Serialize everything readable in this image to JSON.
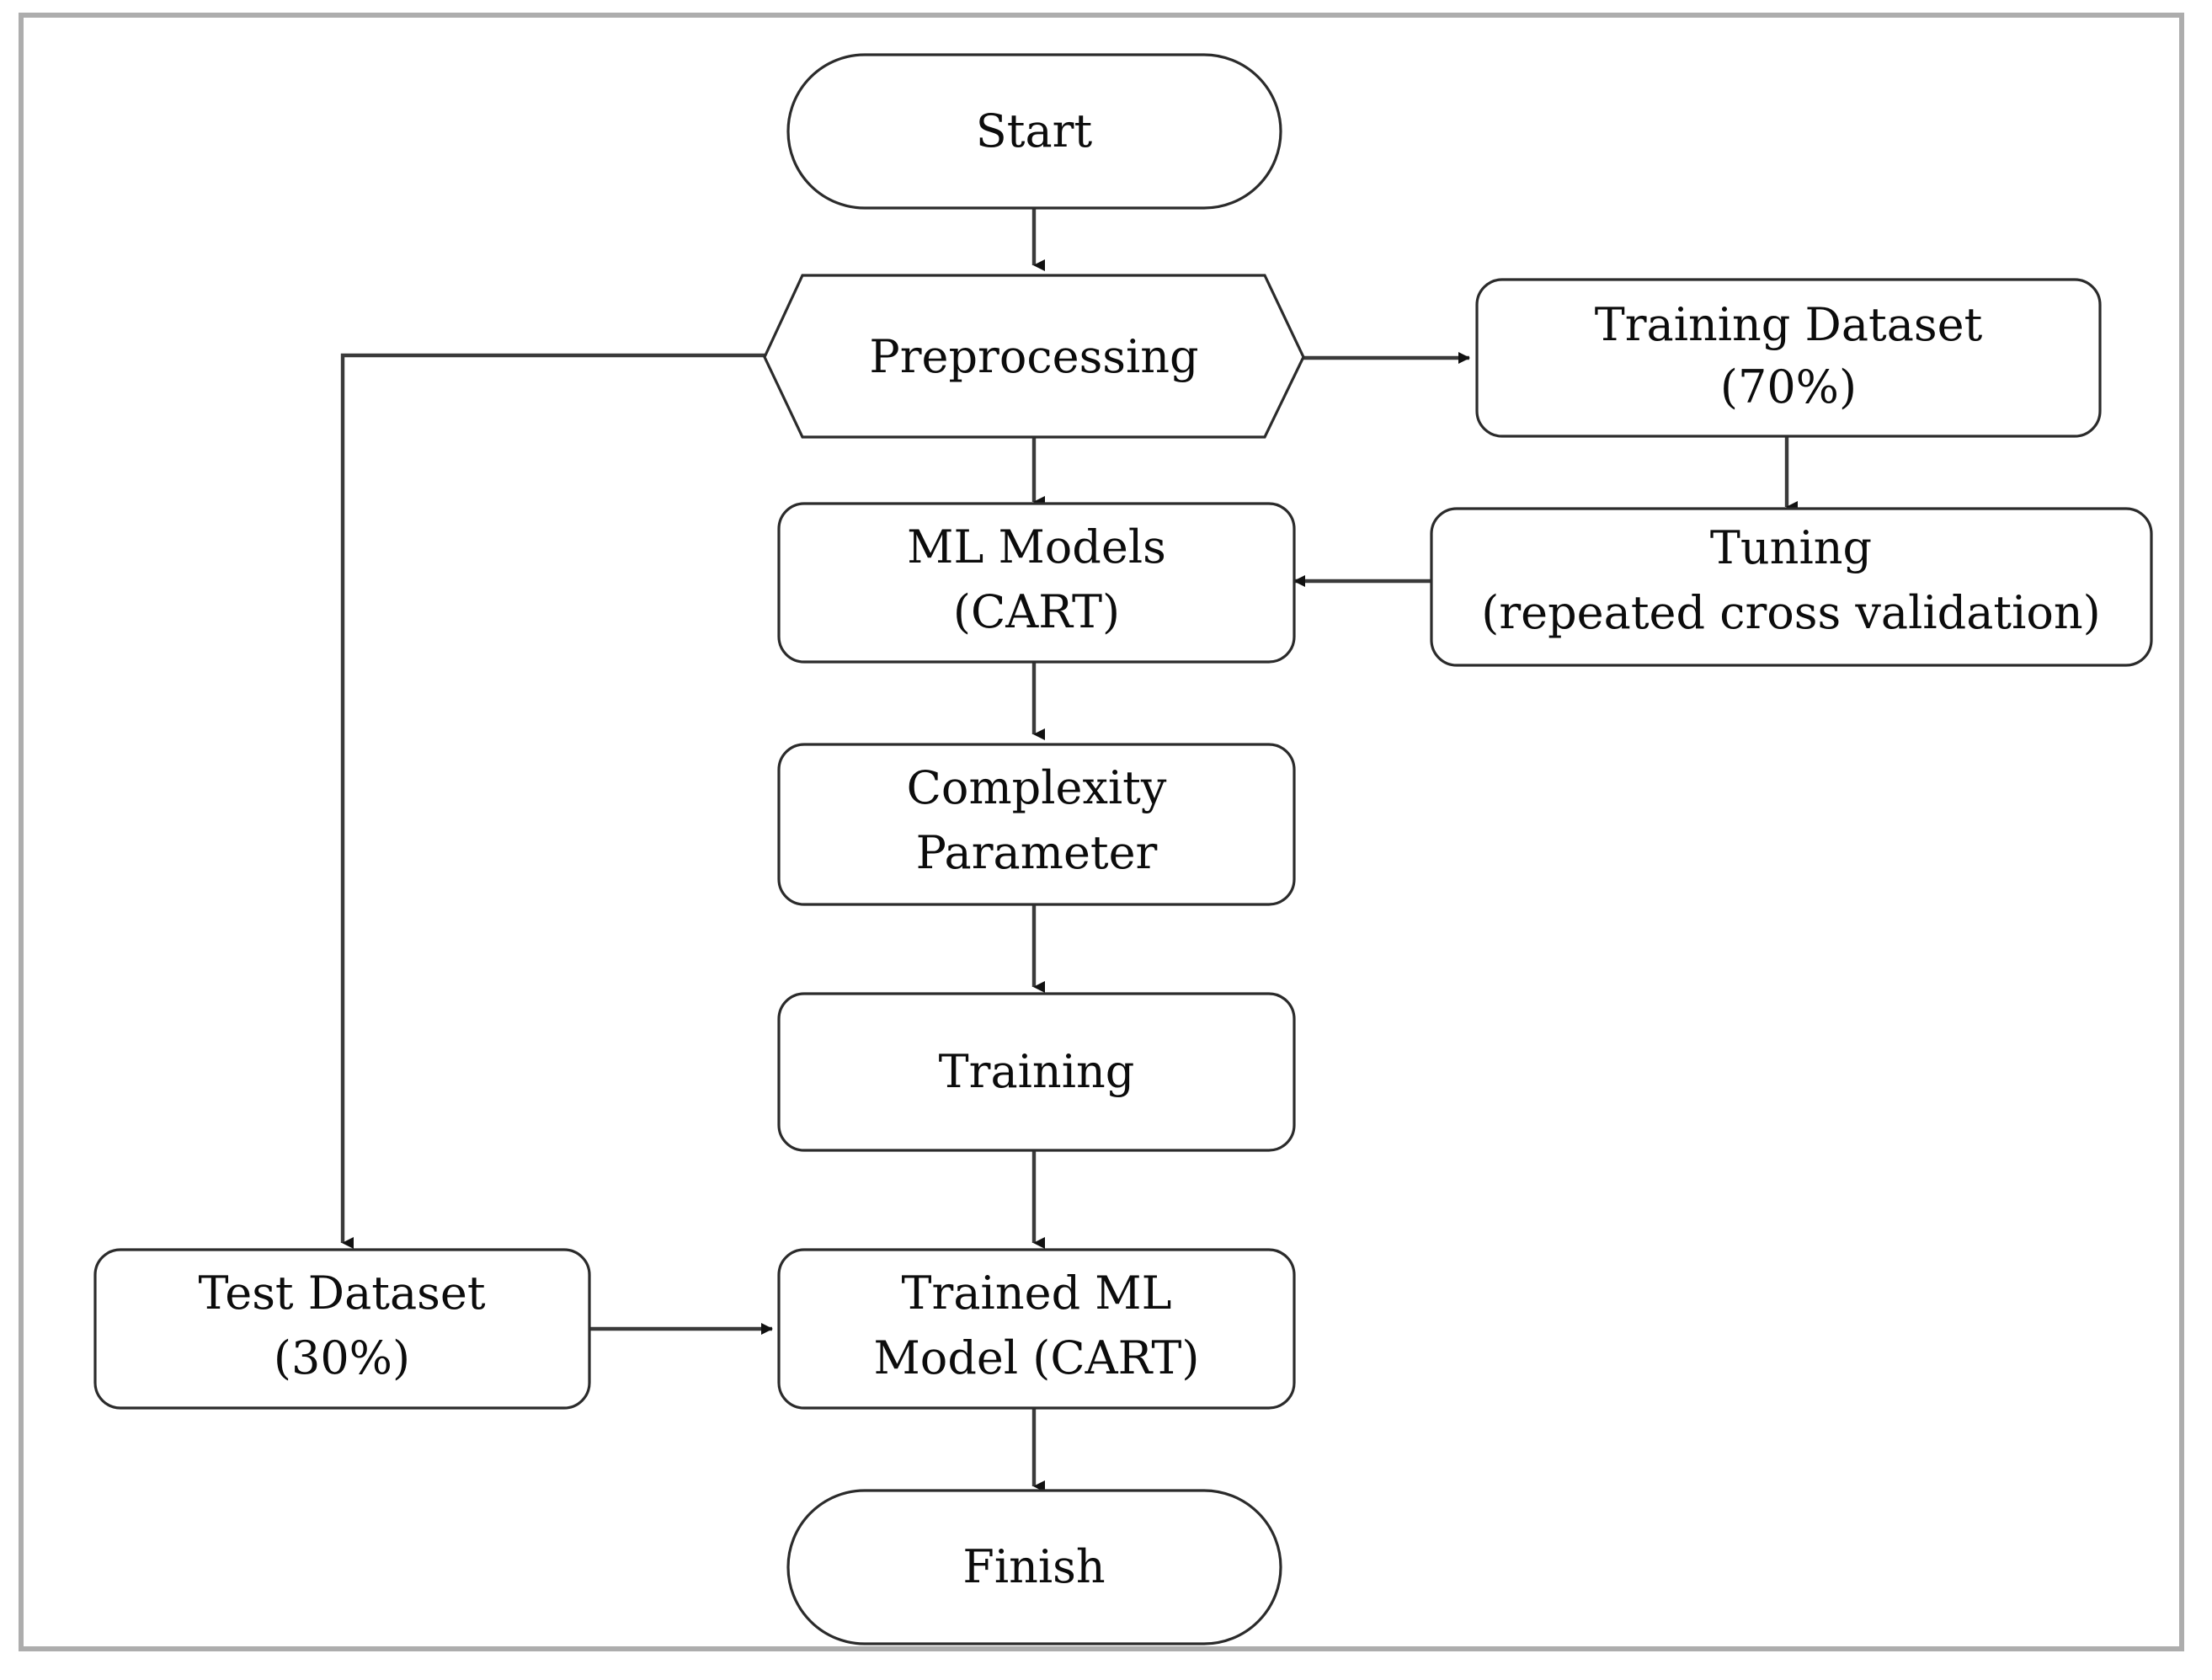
{
  "diagram": {
    "title": "CART machine learning workflow flowchart",
    "border_color": "#adadad",
    "node_stroke_color": "#2b2b2b",
    "edge_color": "#3a3a3a",
    "background_color": "#ffffff",
    "nodes": [
      {
        "id": "start",
        "shape": "stadium",
        "lines": [
          "Start"
        ]
      },
      {
        "id": "preprocessing",
        "shape": "hexagon",
        "lines": [
          "Preprocessing"
        ]
      },
      {
        "id": "training_dataset",
        "shape": "rounded-rect",
        "lines": [
          "Training Dataset",
          "(70%)"
        ]
      },
      {
        "id": "tuning",
        "shape": "rounded-rect",
        "lines": [
          "Tuning",
          "(repeated cross validation)"
        ]
      },
      {
        "id": "ml_models",
        "shape": "rounded-rect",
        "lines": [
          "ML Models",
          "(CART)"
        ]
      },
      {
        "id": "complexity_parameter",
        "shape": "rounded-rect",
        "lines": [
          "Complexity",
          "Parameter"
        ]
      },
      {
        "id": "training",
        "shape": "rounded-rect",
        "lines": [
          "Training"
        ]
      },
      {
        "id": "test_dataset",
        "shape": "rounded-rect",
        "lines": [
          "Test Dataset",
          "(30%)"
        ]
      },
      {
        "id": "trained_model",
        "shape": "rounded-rect",
        "lines": [
          "Trained ML",
          "Model (CART)"
        ]
      },
      {
        "id": "finish",
        "shape": "stadium",
        "lines": [
          "Finish"
        ]
      }
    ],
    "edges": [
      {
        "from": "start",
        "to": "preprocessing",
        "label": ""
      },
      {
        "from": "preprocessing",
        "to": "training_dataset",
        "label": ""
      },
      {
        "from": "preprocessing",
        "to": "ml_models",
        "label": ""
      },
      {
        "from": "preprocessing",
        "to": "test_dataset",
        "label": ""
      },
      {
        "from": "training_dataset",
        "to": "tuning",
        "label": ""
      },
      {
        "from": "tuning",
        "to": "ml_models",
        "label": ""
      },
      {
        "from": "ml_models",
        "to": "complexity_parameter",
        "label": ""
      },
      {
        "from": "complexity_parameter",
        "to": "training",
        "label": ""
      },
      {
        "from": "training",
        "to": "trained_model",
        "label": ""
      },
      {
        "from": "test_dataset",
        "to": "trained_model",
        "label": ""
      },
      {
        "from": "trained_model",
        "to": "finish",
        "label": ""
      }
    ],
    "labels": {
      "start": "Start",
      "preprocessing": "Preprocessing",
      "training_dataset_l1": "Training Dataset",
      "training_dataset_l2": "(70%)",
      "tuning_l1": "Tuning",
      "tuning_l2": "(repeated cross validation)",
      "ml_models_l1": "ML Models",
      "ml_models_l2": "(CART)",
      "complexity_l1": "Complexity",
      "complexity_l2": "Parameter",
      "training": "Training",
      "test_dataset_l1": "Test Dataset",
      "test_dataset_l2": "(30%)",
      "trained_model_l1": "Trained ML",
      "trained_model_l2": "Model (CART)",
      "finish": "Finish"
    }
  }
}
